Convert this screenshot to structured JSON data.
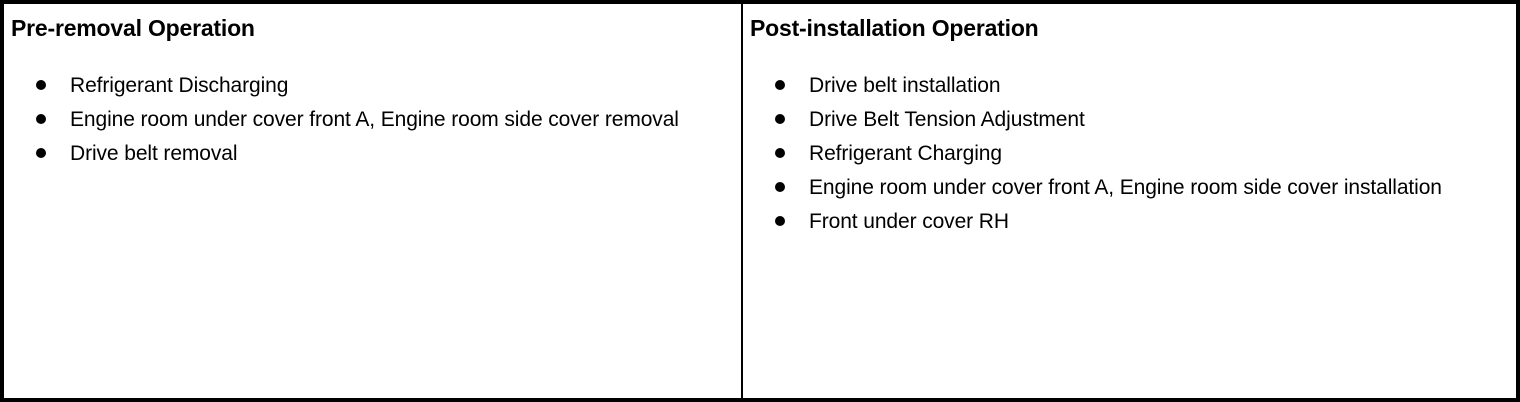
{
  "colors": {
    "border": "#000000",
    "text": "#000000",
    "background": "#ffffff"
  },
  "table": {
    "columns": [
      {
        "header": "Pre-removal Operation",
        "items": [
          "Refrigerant Discharging",
          "Engine room under cover front A, Engine room side cover removal",
          "Drive belt removal"
        ]
      },
      {
        "header": "Post-installation Operation",
        "items": [
          "Drive belt installation",
          "Drive Belt Tension Adjustment",
          "Refrigerant Charging",
          "Engine room under cover front A, Engine room side cover installation",
          "Front under cover RH"
        ]
      }
    ]
  }
}
